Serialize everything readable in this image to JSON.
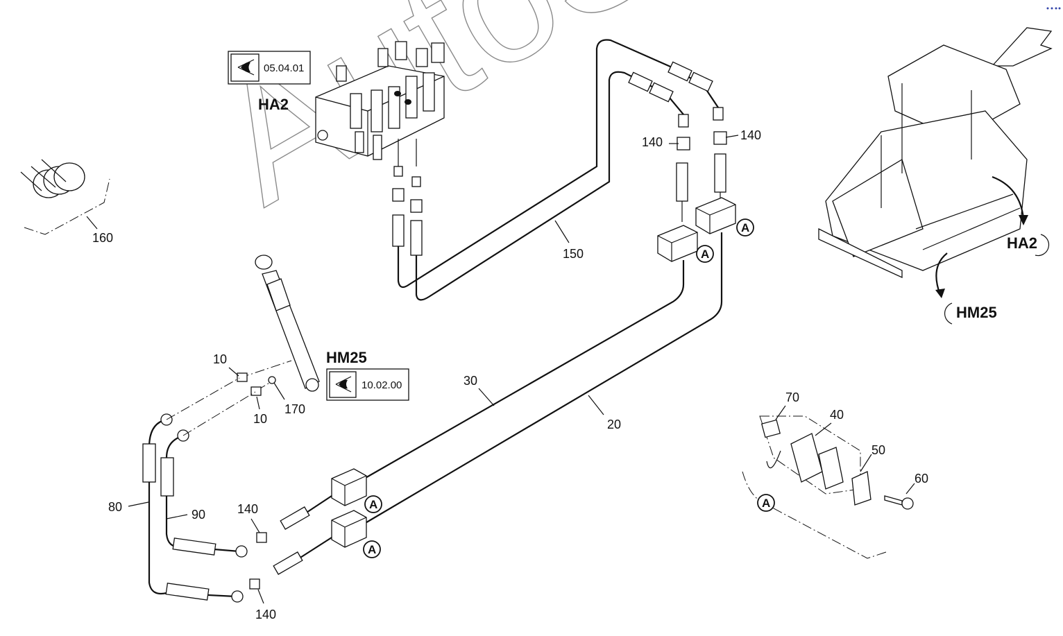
{
  "watermark": "AutoSoft",
  "views": {
    "ha2": {
      "ref": "05.04.01",
      "title": "HA2"
    },
    "hm25": {
      "ref": "10.02.00",
      "title": "HM25"
    }
  },
  "overview": {
    "arrow_ha2": "HA2",
    "arrow_hm25": "HM25"
  },
  "connector_mark": "A",
  "callouts": {
    "p10a": "10",
    "p10b": "10",
    "p20": "20",
    "p30": "30",
    "p40": "40",
    "p50": "50",
    "p60": "60",
    "p70": "70",
    "p80": "80",
    "p90": "90",
    "p140a": "140",
    "p140b": "140",
    "p140c": "140",
    "p140d": "140",
    "p150": "150",
    "p160": "160",
    "p170": "170"
  }
}
